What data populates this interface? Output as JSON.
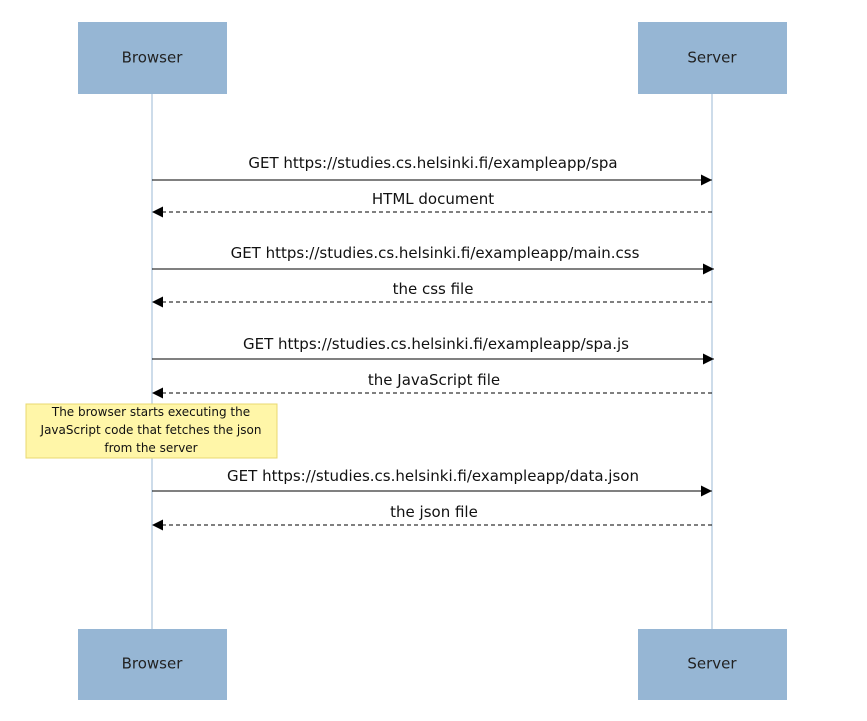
{
  "colors": {
    "actor_fill": "#96b6d4",
    "lifeline": "#9bb9d6",
    "arrow": "#000000",
    "note_fill": "#fff6a8",
    "note_border": "#e8d870"
  },
  "actors": [
    {
      "id": "browser",
      "label": "Browser"
    },
    {
      "id": "server",
      "label": "Server"
    }
  ],
  "messages": [
    {
      "from": "browser",
      "to": "server",
      "style": "solid",
      "label": "GET https://studies.cs.helsinki.fi/exampleapp/spa"
    },
    {
      "from": "server",
      "to": "browser",
      "style": "dashed",
      "label": "HTML document"
    },
    {
      "from": "browser",
      "to": "server",
      "style": "solid",
      "label": "GET https://studies.cs.helsinki.fi/exampleapp/main.css"
    },
    {
      "from": "server",
      "to": "browser",
      "style": "dashed",
      "label": "the css file"
    },
    {
      "from": "browser",
      "to": "server",
      "style": "solid",
      "label": "GET https://studies.cs.helsinki.fi/exampleapp/spa.js"
    },
    {
      "from": "server",
      "to": "browser",
      "style": "dashed",
      "label": "the JavaScript file"
    },
    {
      "from": "browser",
      "to": "server",
      "style": "solid",
      "label": "GET https://studies.cs.helsinki.fi/exampleapp/data.json"
    },
    {
      "from": "server",
      "to": "browser",
      "style": "dashed",
      "label": "the json file"
    }
  ],
  "note": {
    "over": "browser",
    "lines": [
      "The browser starts executing the",
      "JavaScript code that fetches the json",
      "from the server"
    ]
  }
}
